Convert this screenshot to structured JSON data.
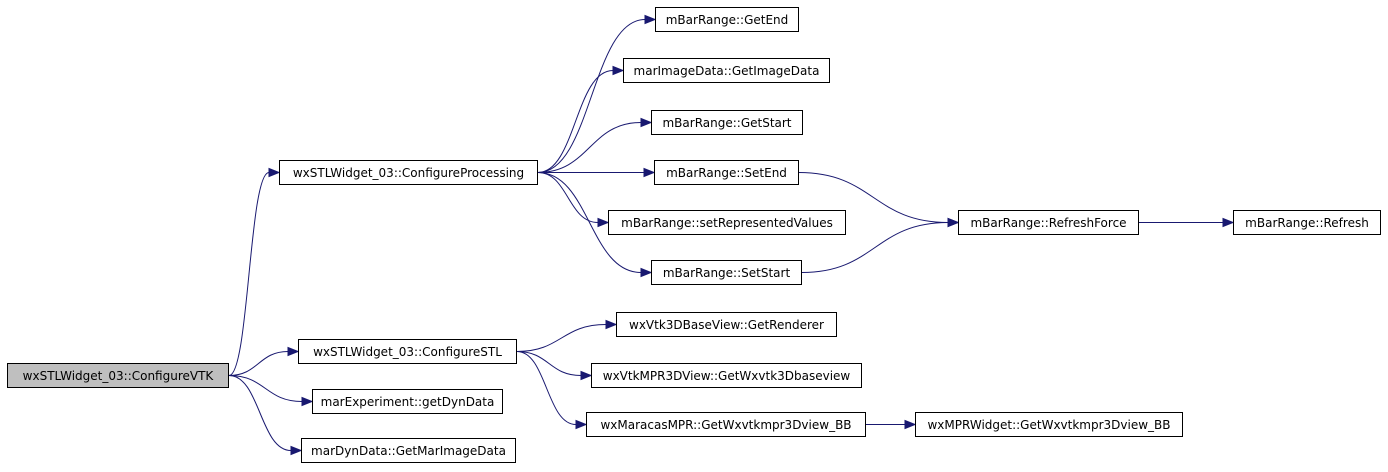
{
  "colors": {
    "edge": "#191970",
    "root_fill": "#bfbfbf",
    "node_fill": "#ffffff",
    "border": "#000000"
  },
  "nodes": {
    "configure_vtk": "wxSTLWidget_03::ConfigureVTK",
    "configure_processing": "wxSTLWidget_03::ConfigureProcessing",
    "configure_stl": "wxSTLWidget_03::ConfigureSTL",
    "get_dyn_data": "marExperiment::getDynData",
    "get_mar_image_data": "marDynData::GetMarImageData",
    "get_end": "mBarRange::GetEnd",
    "get_image_data": "marImageData::GetImageData",
    "get_start": "mBarRange::GetStart",
    "set_end": "mBarRange::SetEnd",
    "set_represented_values": "mBarRange::setRepresentedValues",
    "set_start": "mBarRange::SetStart",
    "refresh_force": "mBarRange::RefreshForce",
    "refresh": "mBarRange::Refresh",
    "get_renderer": "wxVtk3DBaseView::GetRenderer",
    "get_wxvtk3dbaseview": "wxVtkMPR3DView::GetWxvtk3Dbaseview",
    "maracas_get_wxvtkmpr3dview_bb": "wxMaracasMPR::GetWxvtkmpr3Dview_BB",
    "mprwidget_get_wxvtkmpr3dview_bb": "wxMPRWidget::GetWxvtkmpr3Dview_BB"
  },
  "edges": [
    [
      "configure_vtk",
      "configure_processing"
    ],
    [
      "configure_vtk",
      "configure_stl"
    ],
    [
      "configure_vtk",
      "get_dyn_data"
    ],
    [
      "configure_vtk",
      "get_mar_image_data"
    ],
    [
      "configure_processing",
      "get_end"
    ],
    [
      "configure_processing",
      "get_image_data"
    ],
    [
      "configure_processing",
      "get_start"
    ],
    [
      "configure_processing",
      "set_end"
    ],
    [
      "configure_processing",
      "set_represented_values"
    ],
    [
      "configure_processing",
      "set_start"
    ],
    [
      "set_end",
      "refresh_force"
    ],
    [
      "set_start",
      "refresh_force"
    ],
    [
      "refresh_force",
      "refresh"
    ],
    [
      "configure_stl",
      "get_renderer"
    ],
    [
      "configure_stl",
      "get_wxvtk3dbaseview"
    ],
    [
      "configure_stl",
      "maracas_get_wxvtkmpr3dview_bb"
    ],
    [
      "maracas_get_wxvtkmpr3dview_bb",
      "mprwidget_get_wxvtkmpr3dview_bb"
    ]
  ]
}
